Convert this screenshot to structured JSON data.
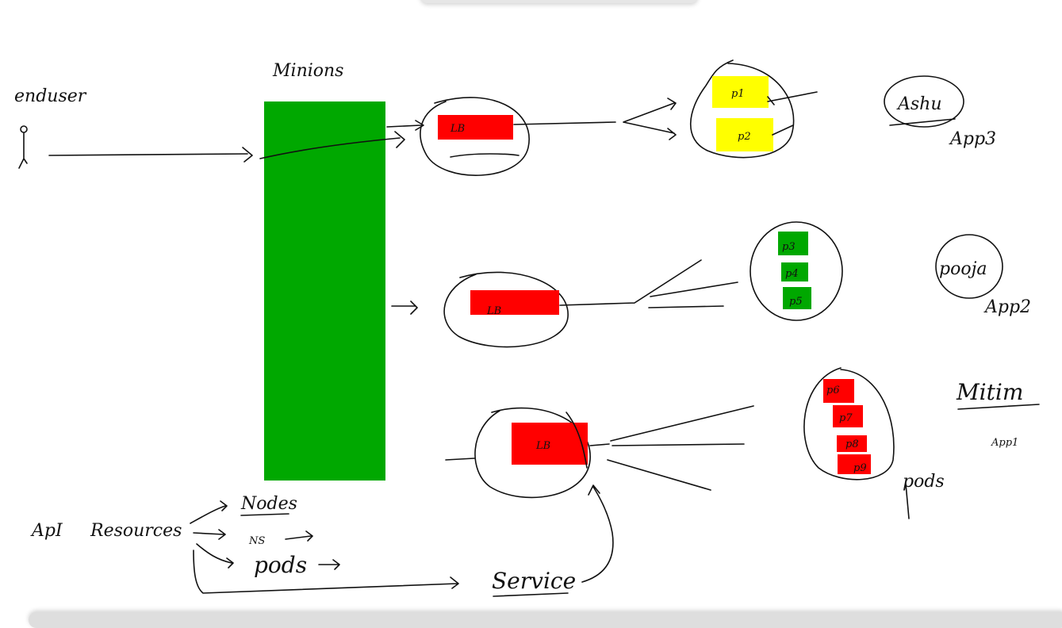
{
  "labels": {
    "enduser": "enduser",
    "minions": "Minions",
    "api": "ApI",
    "resources": "Resources",
    "nodes": "Nodes",
    "ns": "NS",
    "pods_resource": "pods",
    "service": "Service",
    "pods_group": "pods"
  },
  "load_balancers": [
    {
      "label": "LB"
    },
    {
      "label": "LB"
    },
    {
      "label": "LB"
    }
  ],
  "pod_groups": [
    {
      "pods": [
        "p1",
        "p2"
      ],
      "owner": "Ashu",
      "app": "App3"
    },
    {
      "pods": [
        "p3",
        "p4",
        "p5"
      ],
      "owner": "pooja",
      "app": "App2"
    },
    {
      "pods": [
        "p6",
        "p7",
        "p8",
        "p9"
      ],
      "owner": "Mitim",
      "app": "App1"
    }
  ],
  "colors": {
    "minions": "#00a800",
    "lb": "#ff0000",
    "pods_app3": "#ffff00",
    "pods_app2": "#00a800",
    "pods_app1": "#ff0000",
    "ink": "#111111"
  }
}
